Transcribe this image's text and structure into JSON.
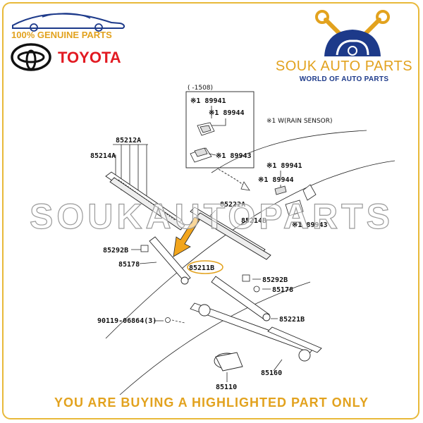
{
  "header": {
    "tagline": "100% GENUINE PARTS",
    "brand": "TOYOTA",
    "shop_name": "SOUK AUTO PARTS",
    "shop_tagline": "WORLD OF AUTO PARTS"
  },
  "diagram": {
    "box_note": "(   -1508)",
    "rain_sensor_note": "※1 W(RAIN SENSOR)",
    "labels": {
      "p89941_a": "※1 89941",
      "p89944_a": "※1 89944",
      "p89943_a": "※1 89943",
      "p89941_b": "※1 89941",
      "p89944_b": "※1 89944",
      "p89943_b": "※1 89943",
      "p85212A": "85212A",
      "p85214A": "85214A",
      "p85222A": "85222A",
      "p85214B": "85214B",
      "p85292B_a": "85292B",
      "p85178_a": "85178",
      "p85211B": "85211B",
      "p85292B_b": "85292B",
      "p85178_b": "85178",
      "p85221B": "85221B",
      "p90119": "90119-06864(3)",
      "p85160": "85160",
      "p85110": "85110"
    },
    "highlighted_part": "85211B"
  },
  "watermark": "SOUKAUTOPARTS",
  "footer": {
    "notice": "YOU ARE BUYING A HIGHLIGHTED PART ONLY"
  },
  "colors": {
    "accent": "#e2a21e",
    "toyota_red": "#e21a22",
    "navy": "#1d3a8a",
    "highlight": "#f2a51c"
  }
}
